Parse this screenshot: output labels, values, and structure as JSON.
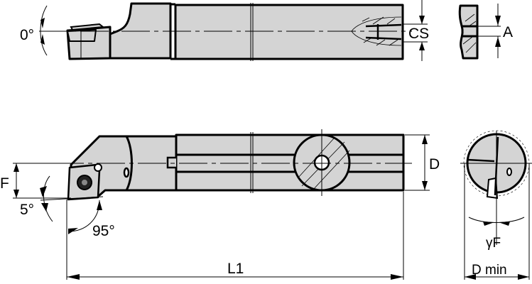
{
  "title": "Boring bar tool holder dimension drawing",
  "colors": {
    "body_fill": "#d4d4d4",
    "outline": "#000000",
    "background": "#ffffff"
  },
  "top_view": {
    "angle_label": "0°",
    "coolant_dimension_label": "CS",
    "end_view_dimension_label": "A"
  },
  "side_view": {
    "height_dimension_label": "F",
    "lead_angle_label": "5°",
    "approach_angle_label": "95°",
    "diameter_label": "D",
    "length_label": "L1"
  },
  "end_view": {
    "rake_angle_label": "γF",
    "min_bore_label": "D min"
  }
}
